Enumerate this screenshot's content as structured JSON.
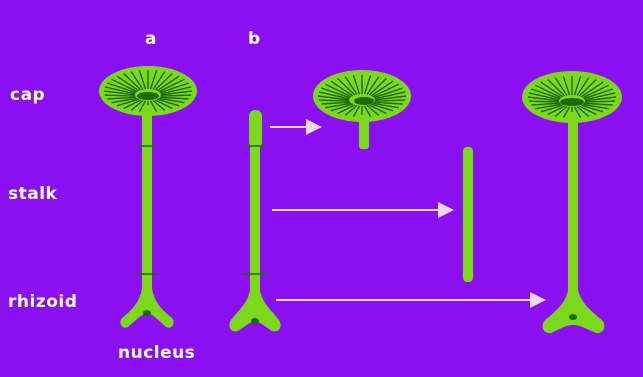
{
  "labels": {
    "a": "a",
    "b": "b",
    "cap": "cap",
    "stalk": "stalk",
    "rhizoid": "rhizoid",
    "nucleus": "nucleus"
  },
  "colors": {
    "background": "#8a10f2",
    "plant": "#7bd81a",
    "plant_dark": "#1f6a00",
    "arrow": "#f0d8ff",
    "text": "#ffffff"
  }
}
